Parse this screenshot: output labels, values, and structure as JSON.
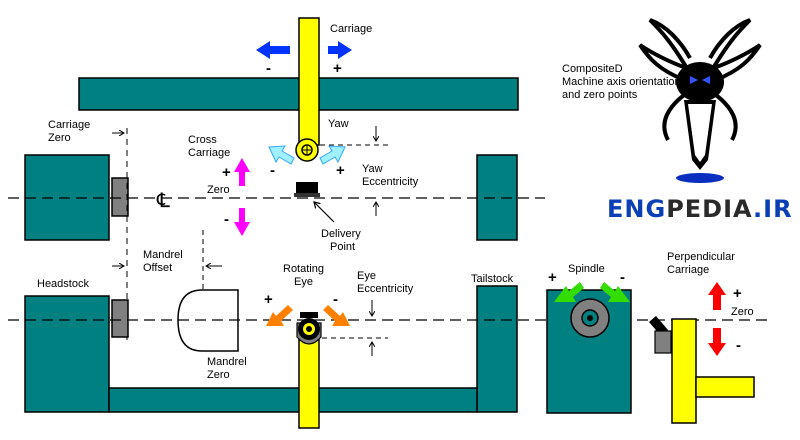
{
  "title": [
    "CompositeD",
    "Machine axis orientations",
    "and zero points"
  ],
  "labels": {
    "carriage": "Carriage",
    "yaw": "Yaw",
    "yaw_eccentricity": [
      "Yaw",
      "Eccentricity"
    ],
    "carriage_zero": [
      "Carriage",
      "Zero"
    ],
    "cross_carriage": [
      "Cross",
      "Carriage"
    ],
    "zero": "Zero",
    "centerline": "℄",
    "delivery_point": [
      "Delivery",
      "Point"
    ],
    "mandrel_offset": [
      "Mandrel",
      "Offset"
    ],
    "headstock": "Headstock",
    "rotating_eye": [
      "Rotating",
      "Eye"
    ],
    "eye_eccentricity": [
      "Eye",
      "Eccentricity"
    ],
    "tailstock": "Tailstock",
    "spindle": "Spindle",
    "perpendicular_carriage": [
      "Perpendicular",
      "Carriage"
    ],
    "mandrel_zero": [
      "Mandrel",
      "Zero"
    ],
    "plus": "+",
    "minus": "-"
  },
  "brand": {
    "part1": "ENG",
    "part2": "PEDIA",
    "part3": ".IR",
    "colors": {
      "eng": "#0a3fb5",
      "pedia": "#2a2a2a",
      "ir": "#0a3fb5"
    }
  },
  "colors": {
    "teal": "#008080",
    "yellow": "#ffff00",
    "blue_arrow": "#0033ff",
    "cyan_arrow": "#a0f0ff",
    "magenta_arrow": "#ff00ff",
    "orange_arrow": "#ff7f00",
    "green_arrow": "#33dd00",
    "red_arrow": "#ff0000",
    "gray": "#808080"
  },
  "icons": [
    "arrow-left-icon",
    "arrow-right-icon",
    "arrow-up-icon",
    "arrow-down-icon",
    "spider-logo-icon",
    "yaw-eye-icon",
    "rotating-eye-icon",
    "spindle-icon"
  ]
}
